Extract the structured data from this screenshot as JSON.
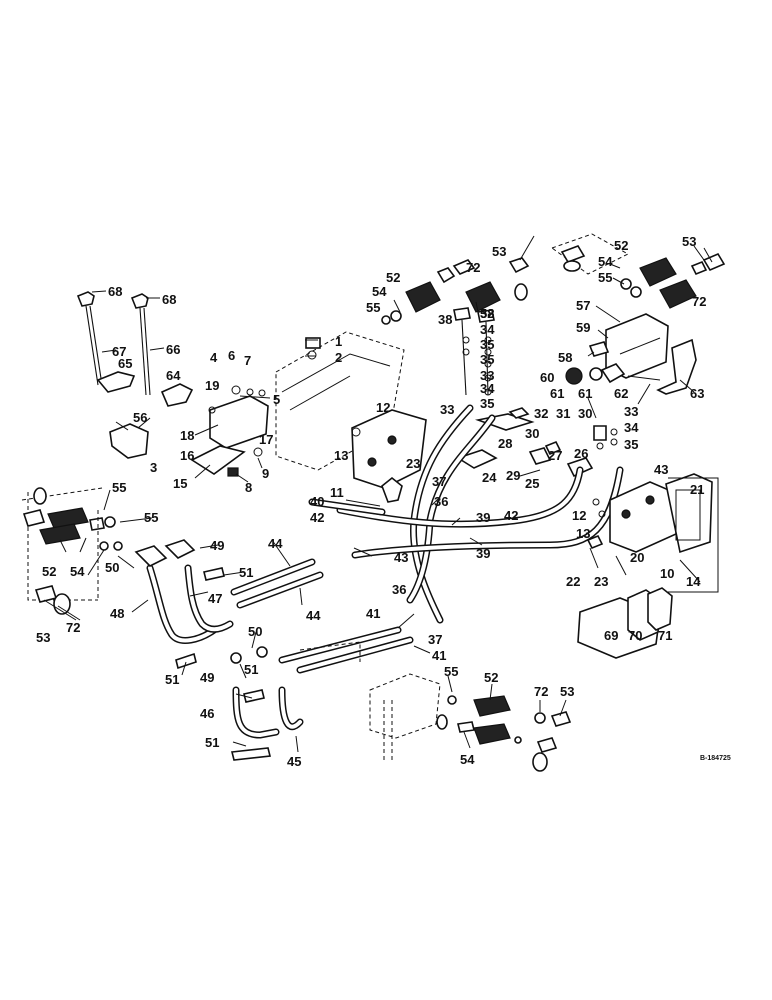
{
  "figure_ref": "B-184725",
  "callouts": [
    {
      "id": "c1",
      "text": "1"
    },
    {
      "id": "c2",
      "text": "2"
    },
    {
      "id": "c3",
      "text": "3"
    },
    {
      "id": "c4",
      "text": "4"
    },
    {
      "id": "c5",
      "text": "5"
    },
    {
      "id": "c6",
      "text": "6"
    },
    {
      "id": "c7",
      "text": "7"
    },
    {
      "id": "c8",
      "text": "8"
    },
    {
      "id": "c9",
      "text": "9"
    },
    {
      "id": "c10",
      "text": "10"
    },
    {
      "id": "c11",
      "text": "11"
    },
    {
      "id": "c12a",
      "text": "12"
    },
    {
      "id": "c12b",
      "text": "12"
    },
    {
      "id": "c13a",
      "text": "13"
    },
    {
      "id": "c13b",
      "text": "13"
    },
    {
      "id": "c14",
      "text": "14"
    },
    {
      "id": "c15",
      "text": "15"
    },
    {
      "id": "c16",
      "text": "16"
    },
    {
      "id": "c17",
      "text": "17"
    },
    {
      "id": "c18",
      "text": "18"
    },
    {
      "id": "c19",
      "text": "19"
    },
    {
      "id": "c20",
      "text": "20"
    },
    {
      "id": "c21",
      "text": "21"
    },
    {
      "id": "c22",
      "text": "22"
    },
    {
      "id": "c23a",
      "text": "23"
    },
    {
      "id": "c23b",
      "text": "23"
    },
    {
      "id": "c24",
      "text": "24"
    },
    {
      "id": "c25",
      "text": "25"
    },
    {
      "id": "c26",
      "text": "26"
    },
    {
      "id": "c27",
      "text": "27"
    },
    {
      "id": "c28",
      "text": "28"
    },
    {
      "id": "c29",
      "text": "29"
    },
    {
      "id": "c30a",
      "text": "30"
    },
    {
      "id": "c30b",
      "text": "30"
    },
    {
      "id": "c31",
      "text": "31"
    },
    {
      "id": "c32",
      "text": "32"
    },
    {
      "id": "c33a",
      "text": "33"
    },
    {
      "id": "c33b",
      "text": "33"
    },
    {
      "id": "c33c",
      "text": "33"
    },
    {
      "id": "c34a",
      "text": "34"
    },
    {
      "id": "c34b",
      "text": "34"
    },
    {
      "id": "c34c",
      "text": "34"
    },
    {
      "id": "c35a",
      "text": "35"
    },
    {
      "id": "c35b",
      "text": "35"
    },
    {
      "id": "c35c",
      "text": "35"
    },
    {
      "id": "c35d",
      "text": "35"
    },
    {
      "id": "c36a",
      "text": "36"
    },
    {
      "id": "c36b",
      "text": "36"
    },
    {
      "id": "c37a",
      "text": "37"
    },
    {
      "id": "c37b",
      "text": "37"
    },
    {
      "id": "c38a",
      "text": "38"
    },
    {
      "id": "c38b",
      "text": "38"
    },
    {
      "id": "c39a",
      "text": "39"
    },
    {
      "id": "c39b",
      "text": "39"
    },
    {
      "id": "c40",
      "text": "40"
    },
    {
      "id": "c41a",
      "text": "41"
    },
    {
      "id": "c41b",
      "text": "41"
    },
    {
      "id": "c42a",
      "text": "42"
    },
    {
      "id": "c42b",
      "text": "42"
    },
    {
      "id": "c43a",
      "text": "43"
    },
    {
      "id": "c43b",
      "text": "43"
    },
    {
      "id": "c44a",
      "text": "44"
    },
    {
      "id": "c44b",
      "text": "44"
    },
    {
      "id": "c45",
      "text": "45"
    },
    {
      "id": "c46",
      "text": "46"
    },
    {
      "id": "c47",
      "text": "47"
    },
    {
      "id": "c48",
      "text": "48"
    },
    {
      "id": "c49a",
      "text": "49"
    },
    {
      "id": "c49b",
      "text": "49"
    },
    {
      "id": "c50a",
      "text": "50"
    },
    {
      "id": "c50b",
      "text": "50"
    },
    {
      "id": "c51a",
      "text": "51"
    },
    {
      "id": "c51b",
      "text": "51"
    },
    {
      "id": "c51c",
      "text": "51"
    },
    {
      "id": "c51d",
      "text": "51"
    },
    {
      "id": "c52a",
      "text": "52"
    },
    {
      "id": "c52b",
      "text": "52"
    },
    {
      "id": "c52c",
      "text": "52"
    },
    {
      "id": "c52d",
      "text": "52"
    },
    {
      "id": "c52e",
      "text": "52"
    },
    {
      "id": "c53a",
      "text": "53"
    },
    {
      "id": "c53b",
      "text": "53"
    },
    {
      "id": "c53c",
      "text": "53"
    },
    {
      "id": "c53d",
      "text": "53"
    },
    {
      "id": "c54a",
      "text": "54"
    },
    {
      "id": "c54b",
      "text": "54"
    },
    {
      "id": "c54c",
      "text": "54"
    },
    {
      "id": "c54d",
      "text": "54"
    },
    {
      "id": "c55a",
      "text": "55"
    },
    {
      "id": "c55b",
      "text": "55"
    },
    {
      "id": "c55c",
      "text": "55"
    },
    {
      "id": "c55d",
      "text": "55"
    },
    {
      "id": "c55e",
      "text": "55"
    },
    {
      "id": "c56",
      "text": "56"
    },
    {
      "id": "c57",
      "text": "57"
    },
    {
      "id": "c58",
      "text": "58"
    },
    {
      "id": "c59",
      "text": "59"
    },
    {
      "id": "c60",
      "text": "60"
    },
    {
      "id": "c61a",
      "text": "61"
    },
    {
      "id": "c61b",
      "text": "61"
    },
    {
      "id": "c62",
      "text": "62"
    },
    {
      "id": "c63",
      "text": "63"
    },
    {
      "id": "c64",
      "text": "64"
    },
    {
      "id": "c65",
      "text": "65"
    },
    {
      "id": "c66",
      "text": "66"
    },
    {
      "id": "c67",
      "text": "67"
    },
    {
      "id": "c68a",
      "text": "68"
    },
    {
      "id": "c68b",
      "text": "68"
    },
    {
      "id": "c69",
      "text": "69"
    },
    {
      "id": "c70",
      "text": "70"
    },
    {
      "id": "c71",
      "text": "71"
    },
    {
      "id": "c72a",
      "text": "72"
    },
    {
      "id": "c72b",
      "text": "72"
    },
    {
      "id": "c72c",
      "text": "72"
    },
    {
      "id": "c72d",
      "text": "72"
    }
  ]
}
